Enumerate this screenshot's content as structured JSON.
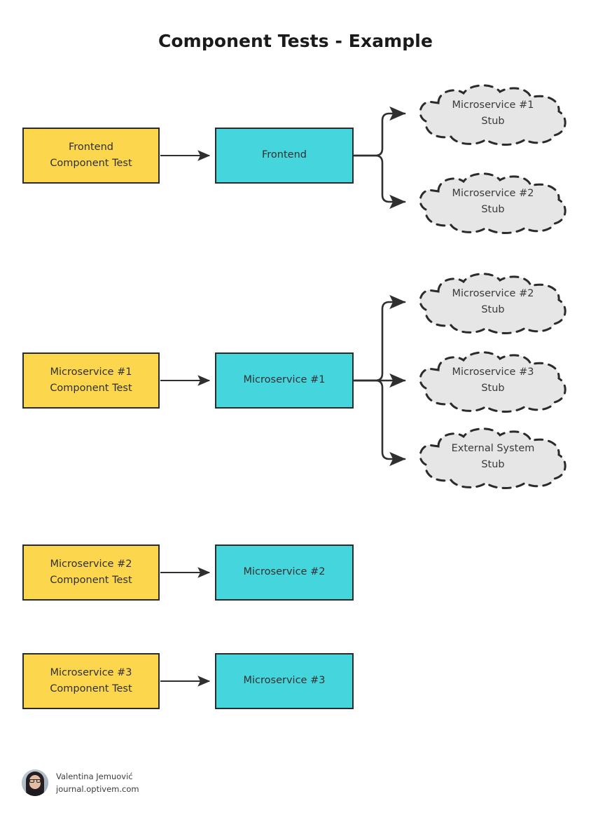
{
  "title": "Component Tests - Example",
  "colors": {
    "test_box": "#FCD74E",
    "service_box": "#45D6DD",
    "stub_cloud": "#E6E6E6",
    "stroke": "#2b2b2b",
    "title_text": "#1a1a1a"
  },
  "groups": [
    {
      "id": "frontend",
      "test": {
        "label": "Frontend\nComponent Test"
      },
      "service": {
        "label": "Frontend"
      },
      "stubs": [
        {
          "label": "Microservice #1\nStub"
        },
        {
          "label": "Microservice #2\nStub"
        }
      ]
    },
    {
      "id": "microservice-1",
      "test": {
        "label": "Microservice #1\nComponent Test"
      },
      "service": {
        "label": "Microservice #1"
      },
      "stubs": [
        {
          "label": "Microservice #2\nStub"
        },
        {
          "label": "Microservice #3\nStub"
        },
        {
          "label": "External System\nStub"
        }
      ]
    },
    {
      "id": "microservice-2",
      "test": {
        "label": "Microservice #2\nComponent Test"
      },
      "service": {
        "label": "Microservice #2"
      },
      "stubs": []
    },
    {
      "id": "microservice-3",
      "test": {
        "label": "Microservice #3\nComponent Test"
      },
      "service": {
        "label": "Microservice #3"
      },
      "stubs": []
    }
  ],
  "footer": {
    "author": "Valentina Jemuović",
    "site": "journal.optivem.com"
  }
}
